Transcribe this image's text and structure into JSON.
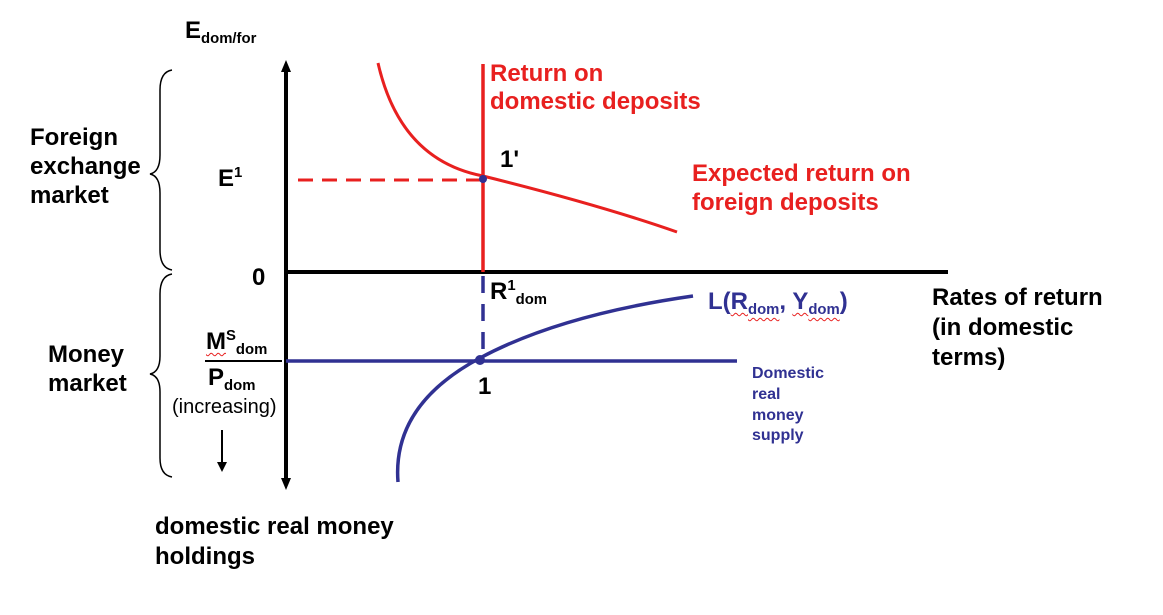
{
  "y_axis": {
    "label_main": "E",
    "label_sub": "dom/for"
  },
  "x_axis": {
    "label_lines": [
      "Rates of return",
      "(in domestic",
      "terms)"
    ]
  },
  "origin_label": "0",
  "foreign_exchange_market": {
    "label_lines": [
      "Foreign",
      "exchange",
      "market"
    ],
    "e1_main": "E",
    "e1_sup": "1",
    "point_label": "1'",
    "return_domestic_lines": [
      "Return on",
      "domestic deposits"
    ],
    "expected_return_foreign_lines": [
      "Expected return on",
      "foreign deposits"
    ]
  },
  "money_market": {
    "label_lines": [
      "Money",
      "market"
    ],
    "r1_main": "R",
    "r1_sup": "1",
    "r1_sub": "dom",
    "ms_main": "M",
    "ms_sup": "S",
    "ms_sub": "dom",
    "p_main": "P",
    "p_sub": "dom",
    "increasing": "(increasing)",
    "point_label": "1",
    "demand_curve": {
      "open": "L(",
      "r_main": "R",
      "r_sub": "dom",
      "comma": ", ",
      "y_main": "Y",
      "y_sub": "dom",
      "close": ")"
    },
    "supply_label_lines": [
      "Domestic",
      "real",
      "money",
      "supply"
    ],
    "bottom_axis_lines": [
      "domestic real money",
      "holdings"
    ]
  },
  "colors": {
    "red": "#e8201f",
    "blue": "#303192",
    "axis": "#000000"
  }
}
